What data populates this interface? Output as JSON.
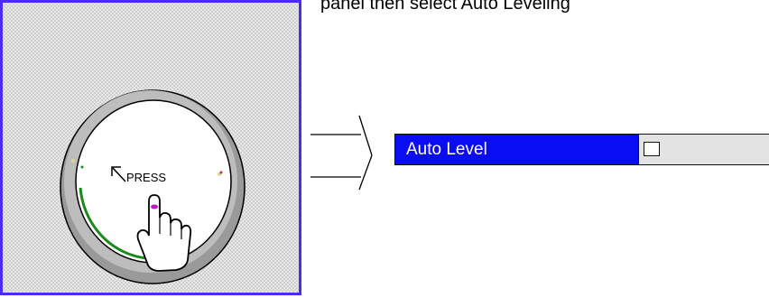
{
  "top_caption": "panel                 then select Auto Leveling",
  "illustration": {
    "press_label": "PRESS",
    "border_color": "#4b2bf5"
  },
  "osd": {
    "item_label": "Auto Level",
    "checkbox_checked": false,
    "highlight_color": "#0a0cf2",
    "value_bg_color": "#e3e3e3"
  },
  "icons": {
    "knob": "knob-icon",
    "hand": "pointing-hand-icon",
    "arrow": "right-arrow-icon"
  }
}
